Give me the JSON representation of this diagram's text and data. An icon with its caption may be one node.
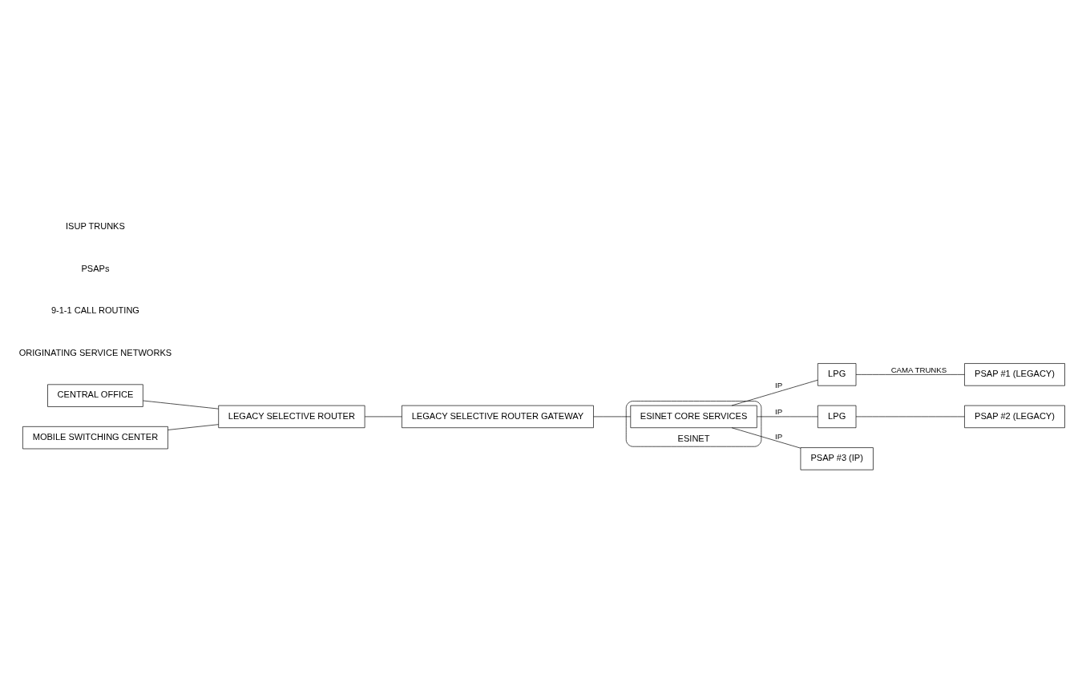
{
  "diagram": {
    "nodes": [
      {
        "text": [
          "CENTRAL OFFICE"
        ]
      },
      {
        "text": [
          "MOBILE SWITCHING CENTER"
        ]
      },
      {
        "text": [
          "LEGACY SELECTIVE ROUTER"
        ]
      },
      {
        "text": [
          "LEGACY SELECTIVE ROUTER GATEWAY"
        ]
      },
      {
        "text": [
          "ESINET"
        ]
      },
      {
        "text": [
          "ESINET CORE SERVICES"
        ],
        "in": 4
      },
      {
        "text": [
          "LPG"
        ]
      },
      {
        "text": [
          "LPG"
        ]
      },
      {
        "text": [
          "PSAP #1 (LEGACY)"
        ]
      },
      {
        "text": [
          "PSAP #2 (LEGACY)"
        ]
      },
      {
        "text": [
          "PSAP #3 (IP)"
        ]
      }
    ],
    "edges": [
      {
        "from": 0,
        "to": 2,
        "arrow": "none"
      },
      {
        "from": 1,
        "to": 2,
        "arrow": "none"
      },
      {
        "from": 2,
        "to": 3,
        "arrow": "none"
      },
      {
        "from": 3,
        "to": 5,
        "arrow": "none"
      },
      {
        "from": 5,
        "to": 6,
        "arrow": "none",
        "label": "IP"
      },
      {
        "from": 5,
        "to": 7,
        "arrow": "none",
        "label": "IP"
      },
      {
        "from": 5,
        "to": 10,
        "arrow": "none",
        "label": "IP"
      },
      {
        "from": 6,
        "to": 8,
        "arrow": "none",
        "label": "CAMA TRUNKS"
      },
      {
        "from": 7,
        "to": 9,
        "arrow": "none"
      }
    ],
    "labels": [
      "ORIGINATING SERVICE NETWORKS",
      "9-1-1 CALL ROUTING",
      "PSAPs",
      "ISUP TRUNKS"
    ]
  }
}
